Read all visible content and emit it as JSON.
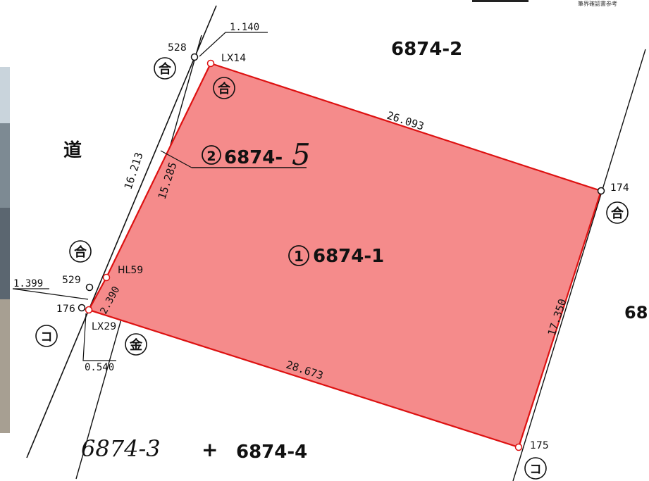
{
  "corner_text": "筆界確認書参考",
  "parcels": {
    "north": "6874-2",
    "east_partial": "68",
    "main": "6874-1",
    "main_number": "1",
    "split": "6874-",
    "split_hand": "5",
    "split_number": "2",
    "south_hand": "6874-3",
    "south_plus": "+",
    "south_print": "6874-4"
  },
  "road_label": "道",
  "dimensions": {
    "north_edge": "26.093",
    "east_edge": "17.350",
    "south_edge": "28.673",
    "west_outer": "16.213",
    "west_inner": "15.285",
    "west_small": "2.390",
    "offset_top": "1.140",
    "offset_left": "1.399",
    "offset_bottom": "0.540"
  },
  "points": {
    "p528": "528",
    "lx14": "LX14",
    "p174": "174",
    "p529": "529",
    "hl59": "HL59",
    "p176": "176",
    "lx29": "LX29",
    "p175": "175"
  },
  "marker_labels": {
    "go": "合",
    "kin": "金",
    "ko": "コ"
  },
  "colors": {
    "parcel_fill": "#f58b8b",
    "parcel_stroke": "#dd1111",
    "line": "#111111"
  }
}
